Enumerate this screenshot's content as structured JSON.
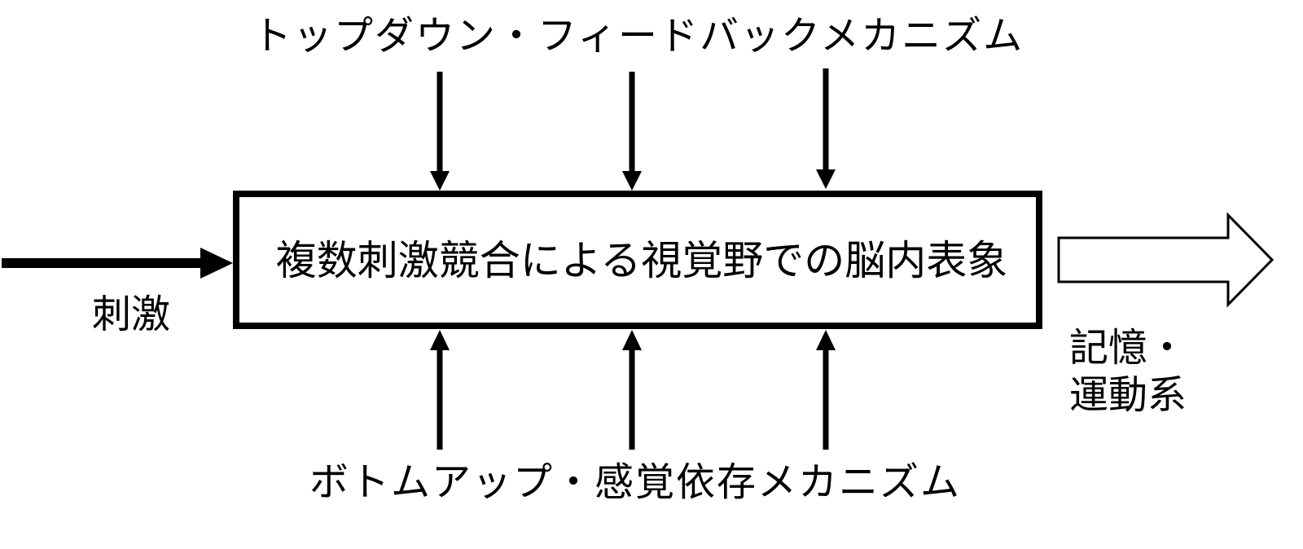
{
  "diagram": {
    "top_mechanism": "トップダウン・フィードバックメカニズム",
    "central_process": "複数刺激競合による視覚野での脳内表象",
    "bottom_mechanism": "ボトムアップ・感覚依存メカニズム",
    "input": "刺激",
    "output_line1": "記憶・",
    "output_line2": "運動系"
  }
}
